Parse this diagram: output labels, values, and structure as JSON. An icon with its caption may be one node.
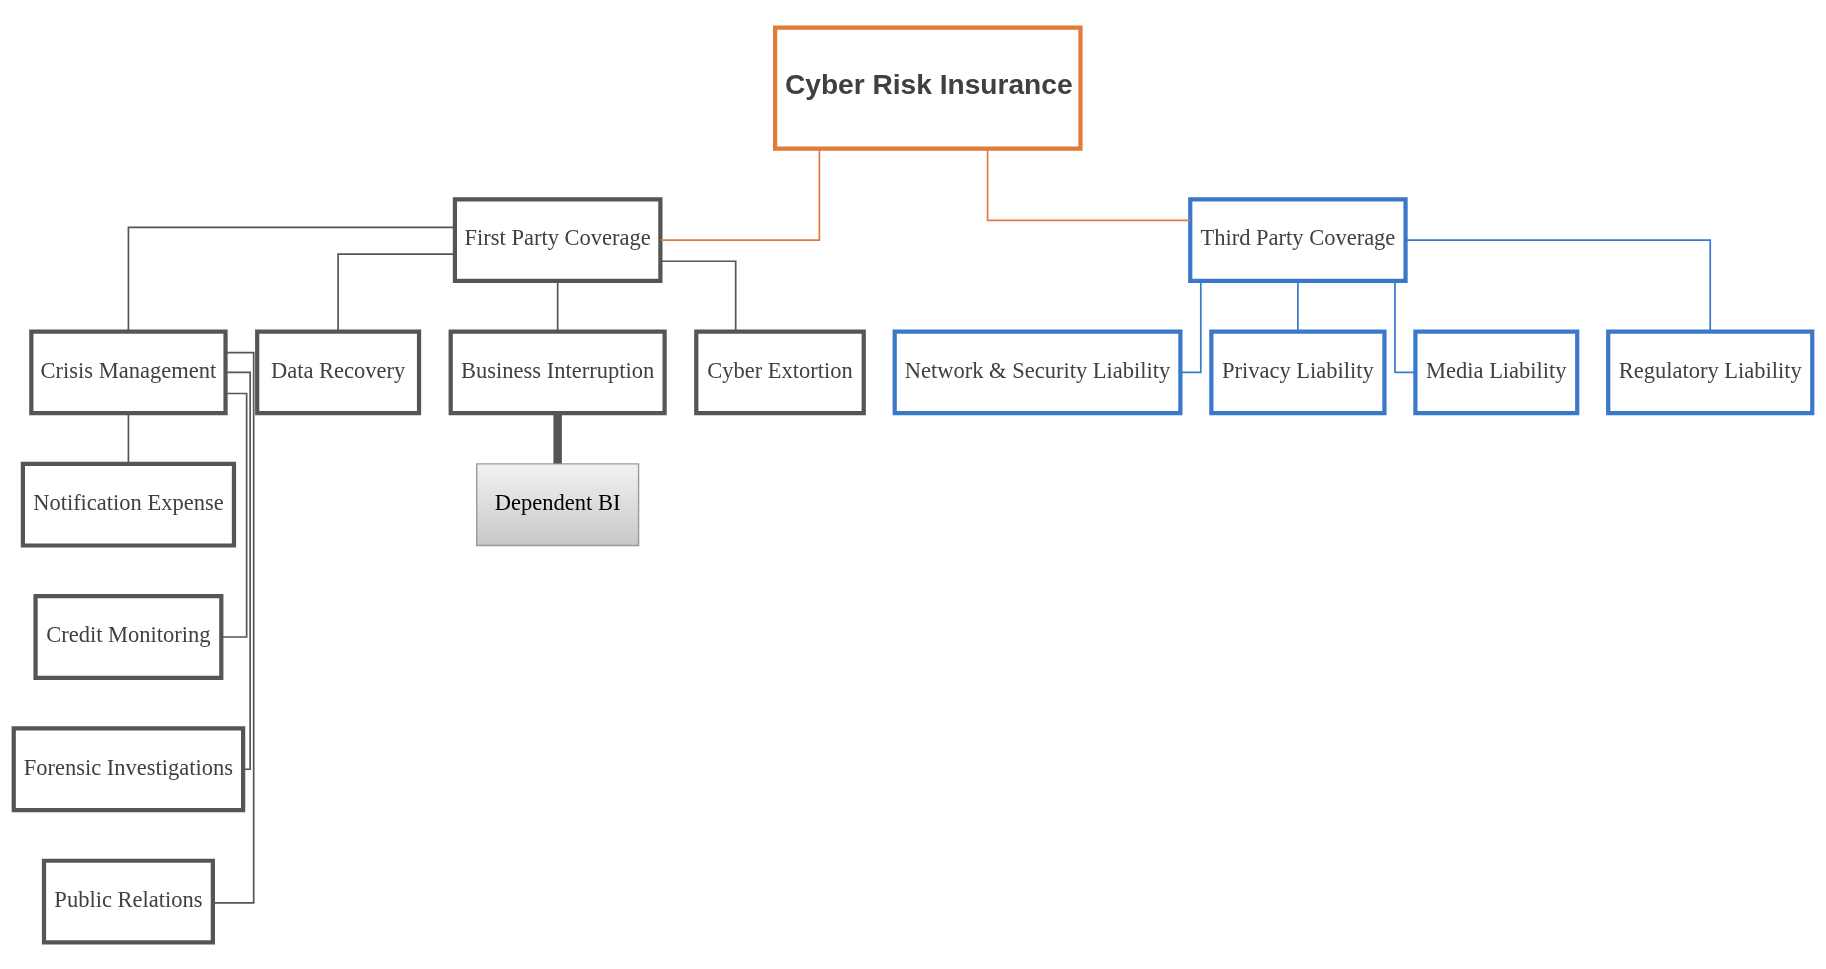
{
  "diagram": {
    "nodes": [
      {
        "text": [
          "Cyber Risk Insurance"
        ]
      },
      {
        "text": [
          "First Party Coverage"
        ]
      },
      {
        "text": [
          "Third Party Coverage"
        ]
      },
      {
        "text": [
          "Crisis Management"
        ]
      },
      {
        "text": [
          "Data Recovery"
        ]
      },
      {
        "text": [
          "Business Interruption"
        ]
      },
      {
        "text": [
          "Cyber Extortion"
        ]
      },
      {
        "text": [
          "Network & Security Liability"
        ]
      },
      {
        "text": [
          "Privacy Liability"
        ]
      },
      {
        "text": [
          "Media Liability"
        ]
      },
      {
        "text": [
          "Regulatory Liability"
        ]
      },
      {
        "text": [
          "Notification Expense"
        ]
      },
      {
        "text": [
          "Credit Monitoring"
        ]
      },
      {
        "text": [
          "Forensic Investigations"
        ]
      },
      {
        "text": [
          "Public Relations"
        ]
      },
      {
        "text": [
          "Dependent BI"
        ]
      }
    ],
    "edges": [
      {
        "from": 0,
        "to": 1,
        "arrow": "none",
        "color": "#e07b39"
      },
      {
        "from": 0,
        "to": 2,
        "arrow": "none",
        "color": "#e07b39"
      },
      {
        "from": 1,
        "to": 3,
        "arrow": "none"
      },
      {
        "from": 1,
        "to": 4,
        "arrow": "none"
      },
      {
        "from": 1,
        "to": 5,
        "arrow": "none"
      },
      {
        "from": 1,
        "to": 6,
        "arrow": "none"
      },
      {
        "from": 2,
        "to": 7,
        "arrow": "none",
        "color": "#3a78c9"
      },
      {
        "from": 2,
        "to": 8,
        "arrow": "none",
        "color": "#3a78c9"
      },
      {
        "from": 2,
        "to": 9,
        "arrow": "none",
        "color": "#3a78c9"
      },
      {
        "from": 2,
        "to": 10,
        "arrow": "none",
        "color": "#3a78c9"
      },
      {
        "from": 3,
        "to": 11,
        "arrow": "none"
      },
      {
        "from": 3,
        "to": 12,
        "arrow": "none"
      },
      {
        "from": 3,
        "to": 13,
        "arrow": "none"
      },
      {
        "from": 3,
        "to": 14,
        "arrow": "none"
      },
      {
        "from": 5,
        "to": 15,
        "arrow": "none",
        "style": "thick"
      }
    ]
  }
}
